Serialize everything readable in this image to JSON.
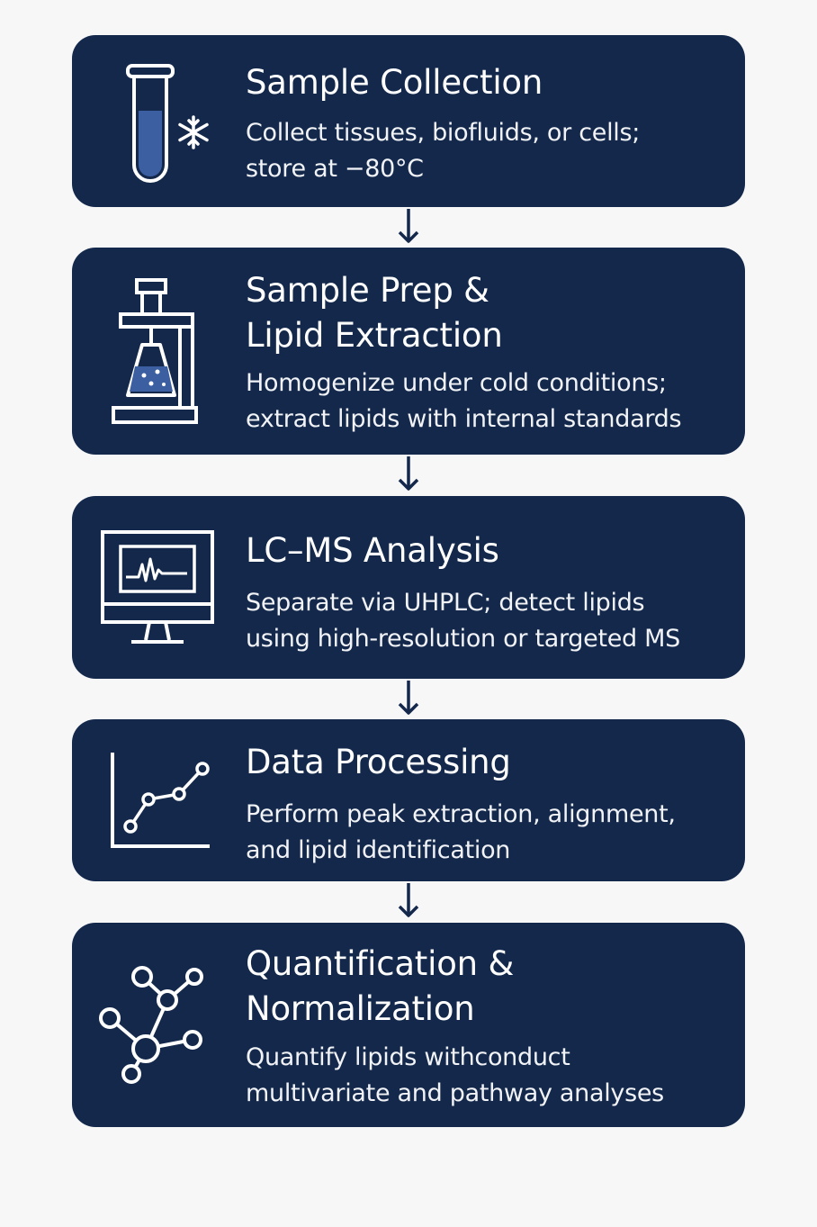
{
  "steps": [
    {
      "title": "Sample Collection",
      "description": "Collect tissues, biofluids, or cells;\nstore at −80°C",
      "icon": "test-tube-snowflake-icon"
    },
    {
      "title": "Sample Prep &\nLipid Extraction",
      "description": "Homogenize under cold conditions;\nextract lipids with internal standards",
      "icon": "homogenizer-icon"
    },
    {
      "title": "LC–MS Analysis",
      "description": "Separate via UHPLC; detect lipids\nusing high-resolution or targeted MS",
      "icon": "monitor-chromatogram-icon"
    },
    {
      "title": "Data Processing",
      "description": "Perform peak extraction, alignment,\nand lipid identification",
      "icon": "line-graph-icon"
    },
    {
      "title": "Quantification &\nNormalization",
      "description": "Quantify lipids withconduct\nmultivariate and pathway analyses",
      "icon": "network-icon"
    }
  ],
  "colors": {
    "card": "#13284a",
    "background": "#f7f7f8",
    "text": "#ffffff",
    "liquid": "#3b5fa0",
    "arrow": "#13284a"
  }
}
